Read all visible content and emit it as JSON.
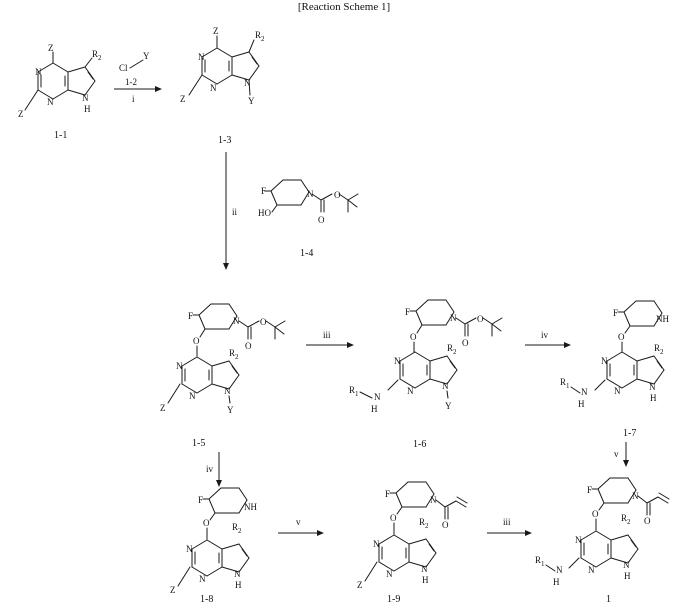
{
  "title": "[Reaction Scheme 1]",
  "compounds": {
    "c1_1": "1-1",
    "c1_3": "1-3",
    "c1_4": "1-4",
    "c1_5": "1-5",
    "c1_6": "1-6",
    "c1_7": "1-7",
    "c1_8": "1-8",
    "c1_9": "1-9",
    "c1": "1"
  },
  "reagents": {
    "cl": "Cl",
    "y": "Y",
    "ref_1_2": "1-2"
  },
  "steps": {
    "i": "i",
    "ii": "ii",
    "iii": "iii",
    "iv": "iv",
    "v": "v"
  },
  "atoms": {
    "Z": "Z",
    "N": "N",
    "H": "H",
    "NH": "NH",
    "O": "O",
    "F": "F",
    "HO": "HO",
    "Y": "Y",
    "R": "R",
    "sub1": "1",
    "sub2": "2"
  }
}
